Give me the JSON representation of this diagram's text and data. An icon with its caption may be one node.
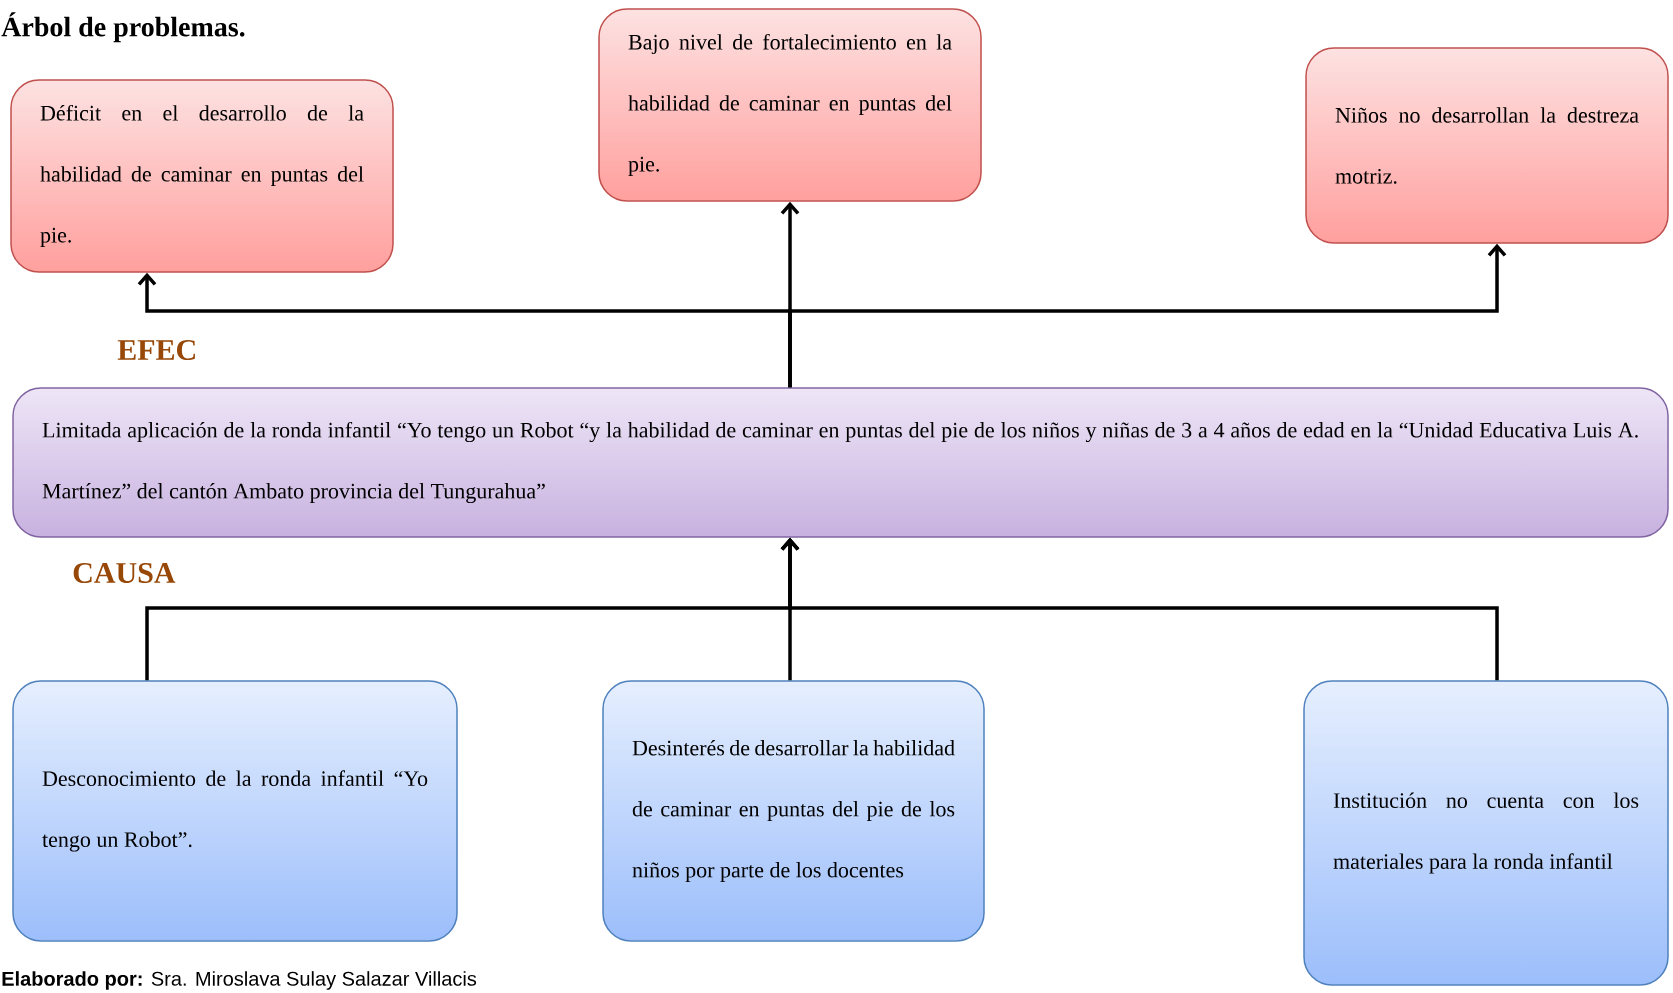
{
  "diagram": {
    "title": "Árbol de problemas.",
    "nodes": [
      {
        "text": [
          "Déficit en el desarrollo de la habilidad de caminar en puntas del pie."
        ]
      },
      {
        "text": [
          "Bajo nivel de fortalecimiento en la habilidad de caminar en puntas del pie."
        ]
      },
      {
        "text": [
          "Niños no desarrollan la destreza motriz."
        ]
      },
      {
        "text": [
          "Limitada aplicación de la ronda infantil “Yo tengo un Robot “y la habilidad de caminar en puntas del pie de los niños y niñas de 3 a 4 años de edad en la “Unidad Educativa Luis A. Martínez” del cantón Ambato provincia del Tungurahua”"
        ]
      },
      {
        "text": [
          "Desconocimiento de la ronda infantil “Yo tengo un Robot”."
        ]
      },
      {
        "text": [
          "Desinterés de desarrollar la habilidad de caminar en puntas del pie de los niños por parte de los docentes"
        ]
      },
      {
        "text": [
          "Institución no cuenta con los materiales para la ronda infantil"
        ]
      }
    ],
    "edges": [
      {
        "from": 3,
        "to": 0,
        "arrow": "to"
      },
      {
        "from": 3,
        "to": 1,
        "arrow": "to"
      },
      {
        "from": 3,
        "to": 2,
        "arrow": "to"
      },
      {
        "from": 4,
        "to": 3,
        "arrow": "to"
      },
      {
        "from": 5,
        "to": 3,
        "arrow": "to"
      },
      {
        "from": 6,
        "to": 3,
        "arrow": "to"
      }
    ],
    "labels": [
      "EFEC",
      "CAUSA",
      "**Elaborado por:** Sra. Miroslava Sulay Salazar Villacis"
    ]
  }
}
